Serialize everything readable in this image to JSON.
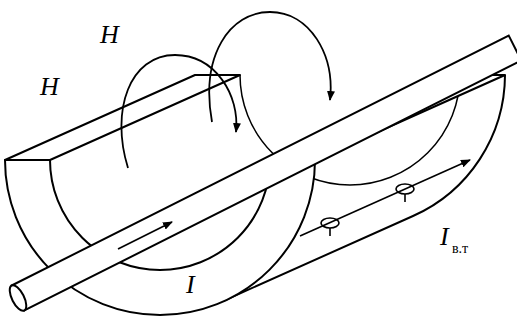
{
  "diagram": {
    "labels": [
      "H",
      "H",
      "I",
      "I",
      "в.т"
    ]
  }
}
